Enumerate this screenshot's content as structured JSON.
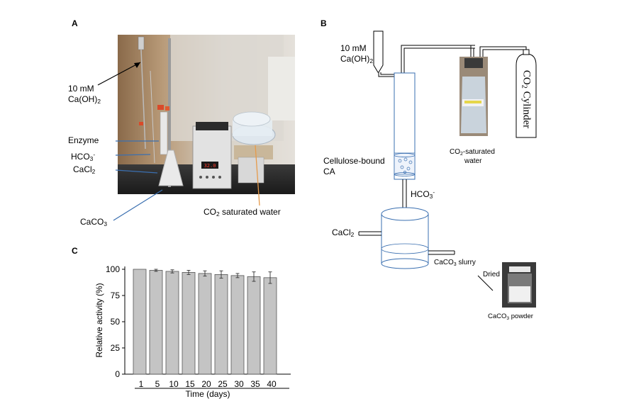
{
  "panels": {
    "a": {
      "letter": "A",
      "labels": {
        "caoh_conc": "10 mM",
        "caoh_chem": "Ca(OH)",
        "caoh_sub": "2",
        "enzyme": "Enzyme",
        "hco3_chem": "HCO",
        "hco3_sub": "3",
        "hco3_sup": "-",
        "cacl2_chem": "CaCl",
        "cacl2_sub": "2",
        "caco3_chem": "CaCO",
        "caco3_sub": "3",
        "co2_chem": "CO",
        "co2_sub": "2",
        "co2_rest": " saturated water"
      },
      "device_display": "32.0"
    },
    "b": {
      "letter": "B",
      "labels": {
        "caoh_conc": "10 mM",
        "caoh_chem": "Ca(OH)",
        "caoh_sub": "2",
        "cellulose_line1": "Cellulose-bound",
        "cellulose_line2": "CA",
        "hco3_chem": "HCO",
        "hco3_sub": "3",
        "hco3_sup": "-",
        "co2sat_chem": "CO",
        "co2sat_sub": "2",
        "co2sat_rest": "-saturated",
        "co2sat_line2": "water",
        "cylinder_chem": "CO",
        "cylinder_sub": "2",
        "cylinder_rest": " Cylinder",
        "cacl2_chem": "CaCl",
        "cacl2_sub": "2",
        "slurry_chem": "CaCO",
        "slurry_sub": "3",
        "slurry_rest": " slurry",
        "dried": "Dried",
        "powder_chem": "CaCO",
        "powder_sub": "3",
        "powder_rest": " powder"
      }
    },
    "c": {
      "letter": "C"
    }
  },
  "chart_data": {
    "type": "bar",
    "categories": [
      "1",
      "5",
      "10",
      "15",
      "20",
      "25",
      "30",
      "35",
      "40"
    ],
    "values": [
      100,
      99,
      98,
      97,
      96,
      95,
      94,
      93,
      92
    ],
    "errors": [
      0,
      1,
      1.5,
      2,
      2.5,
      3.5,
      2,
      4.5,
      5.5
    ],
    "title": "",
    "xlabel": "Time (days)",
    "ylabel": "Relative activity (%)",
    "ylim": [
      0,
      100
    ],
    "yticks": [
      0,
      25,
      50,
      75,
      100
    ],
    "grid": false,
    "bar_color": "#c4c4c4",
    "edge_color": "#555555"
  }
}
